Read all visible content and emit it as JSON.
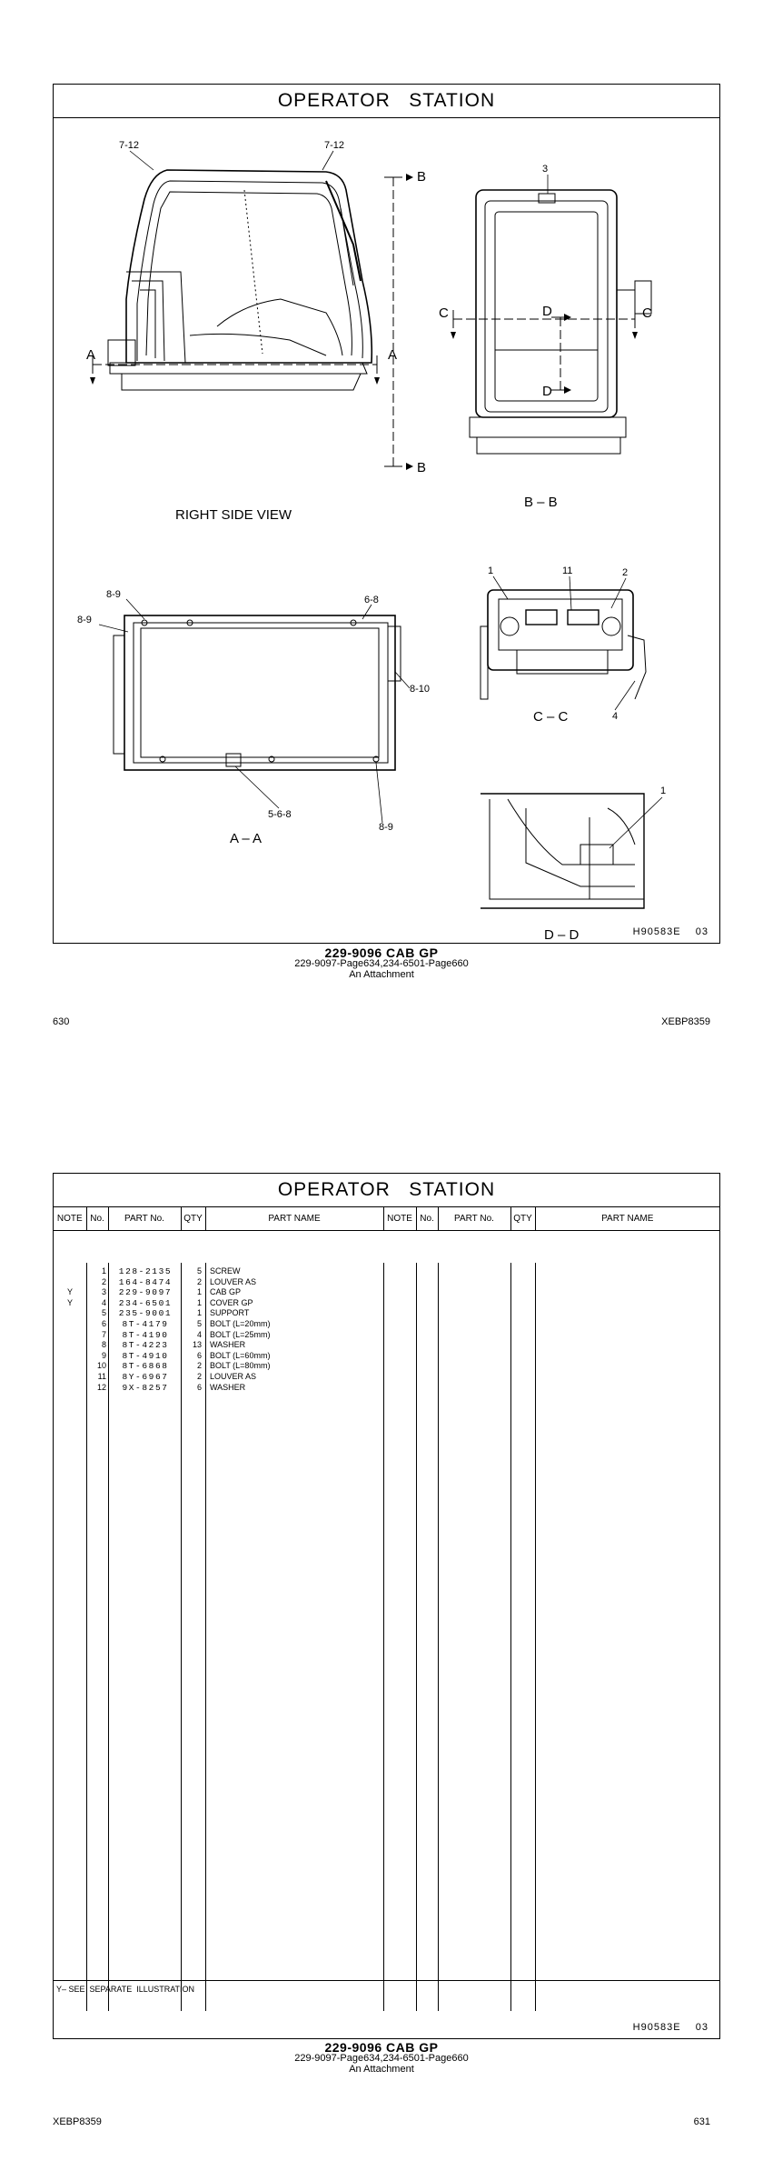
{
  "page1": {
    "title": "OPERATOR   STATION",
    "views": {
      "right_side": {
        "caption": "RIGHT SIDE VIEW",
        "callouts": [
          "7-12",
          "7-12"
        ],
        "section_marks": [
          "A",
          "A",
          "B",
          "B"
        ]
      },
      "bb": {
        "caption": "B – B",
        "callouts": [
          "3"
        ],
        "section_marks": [
          "C",
          "C",
          "D",
          "D"
        ]
      },
      "aa": {
        "caption": "A – A",
        "callouts": [
          "8-9",
          "8-9",
          "6-8",
          "8-10",
          "5-6-8",
          "8-9"
        ]
      },
      "cc": {
        "caption": "C – C",
        "callouts": [
          "1",
          "11",
          "2",
          "4"
        ]
      },
      "dd": {
        "caption": "D – D",
        "callouts": [
          "1"
        ]
      }
    },
    "ref": "H90583E    03",
    "caption_main": "229-9096  CAB GP",
    "caption_sub1": "229-9097-Page634,234-6501-Page660",
    "caption_sub2": "An Attachment",
    "page_number": "630",
    "doc_id": "XEBP8359"
  },
  "page2": {
    "title": "OPERATOR   STATION",
    "headers": {
      "note": "NOTE",
      "no": "No.",
      "part_no": "PART No.",
      "qty": "QTY",
      "part_name": "PART NAME"
    },
    "parts": [
      {
        "note": "",
        "no": "1",
        "part_no": "128-2135",
        "qty": "5",
        "name": "SCREW"
      },
      {
        "note": "",
        "no": "2",
        "part_no": "164-8474",
        "qty": "2",
        "name": "LOUVER AS"
      },
      {
        "note": "Y",
        "no": "3",
        "part_no": "229-9097",
        "qty": "1",
        "name": "CAB GP"
      },
      {
        "note": "Y",
        "no": "4",
        "part_no": "234-6501",
        "qty": "1",
        "name": "COVER GP"
      },
      {
        "note": "",
        "no": "5",
        "part_no": "235-9001",
        "qty": "1",
        "name": "SUPPORT"
      },
      {
        "note": "",
        "no": "6",
        "part_no": "8T-4179",
        "qty": "5",
        "name": "BOLT (L=20mm)"
      },
      {
        "note": "",
        "no": "7",
        "part_no": "8T-4190",
        "qty": "4",
        "name": "BOLT (L=25mm)"
      },
      {
        "note": "",
        "no": "8",
        "part_no": "8T-4223",
        "qty": "13",
        "name": "WASHER"
      },
      {
        "note": "",
        "no": "9",
        "part_no": "8T-4910",
        "qty": "6",
        "name": "BOLT (L=60mm)"
      },
      {
        "note": "",
        "no": "10",
        "part_no": "8T-6868",
        "qty": "2",
        "name": "BOLT (L=80mm)"
      },
      {
        "note": "",
        "no": "11",
        "part_no": "8Y-6967",
        "qty": "2",
        "name": "LOUVER AS"
      },
      {
        "note": "",
        "no": "12",
        "part_no": "9X-8257",
        "qty": "6",
        "name": "WASHER"
      }
    ],
    "footnote": "Y– SEE  SEPARATE  ILLUSTRATION",
    "ref": "H90583E    03",
    "caption_main": "229-9096  CAB GP",
    "caption_sub1": "229-9097-Page634,234-6501-Page660",
    "caption_sub2": "An Attachment",
    "page_number": "631",
    "doc_id": "XEBP8359"
  }
}
